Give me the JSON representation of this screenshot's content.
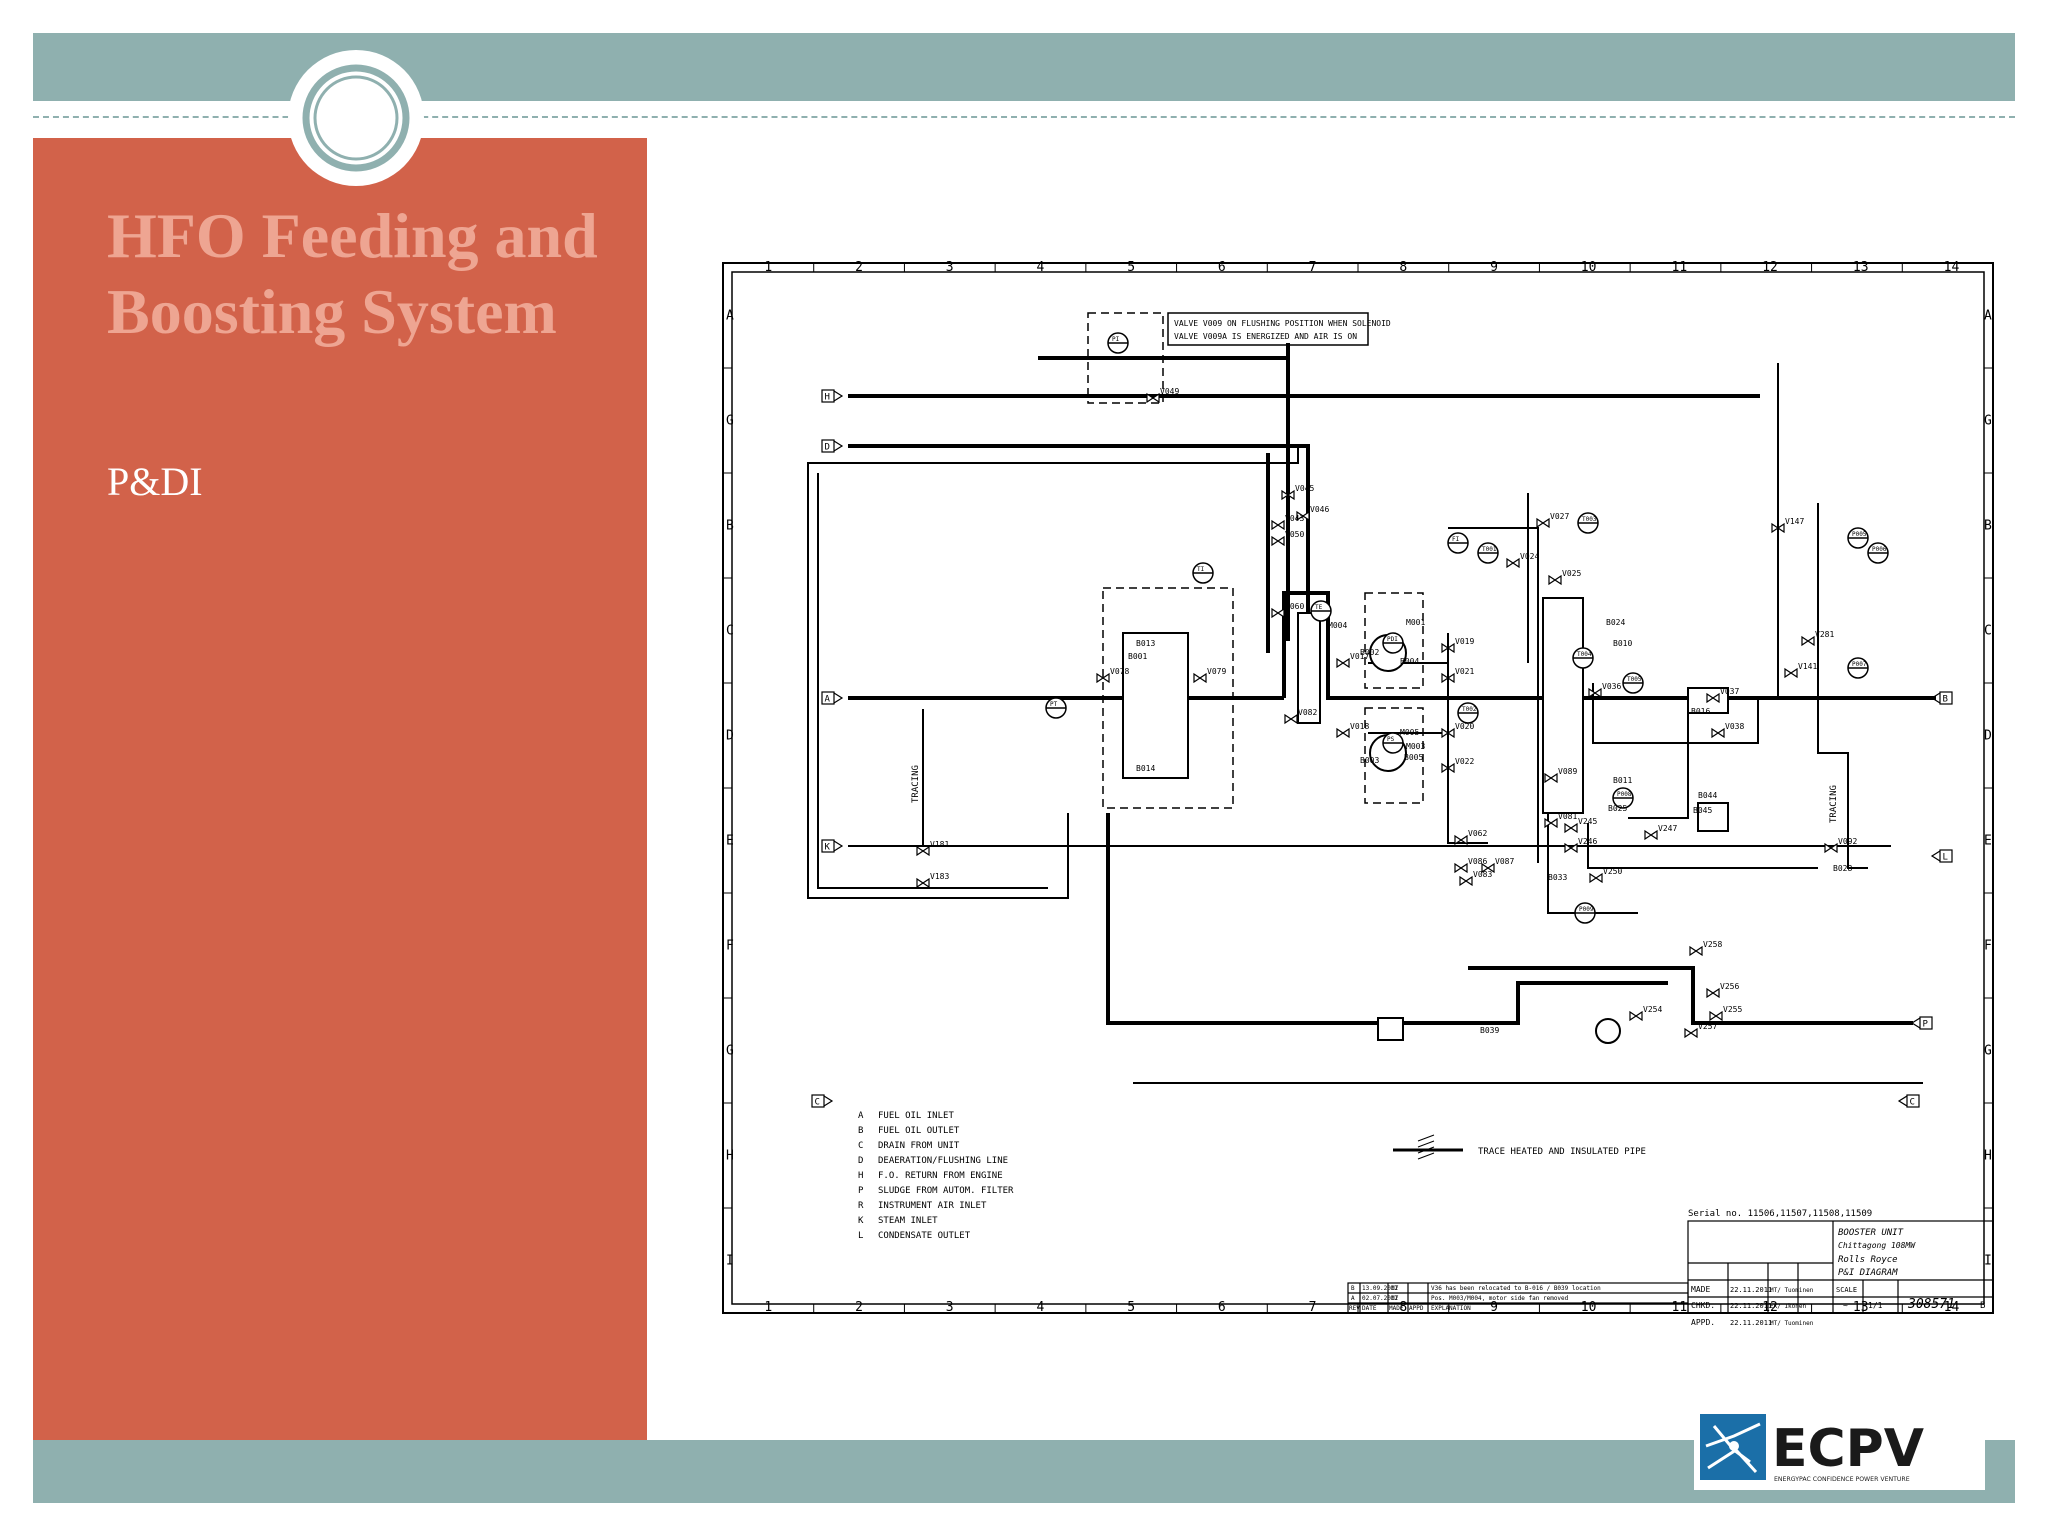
{
  "slide": {
    "title": "HFO Feeding and Boosting System",
    "subtitle": "P&DI"
  },
  "diagram": {
    "grid_numbers": [
      "1",
      "2",
      "3",
      "4",
      "5",
      "6",
      "7",
      "8",
      "9",
      "10",
      "11",
      "12",
      "13",
      "14"
    ],
    "grid_letters_left": [
      "A",
      "G",
      "B",
      "C",
      "D",
      "E",
      "F",
      "G",
      "H",
      "I"
    ],
    "note": "VALVE V009 ON FLUSHING POSITION WHEN SOLENOID VALVE V009A IS ENERGIZED AND AIR IS ON",
    "connectors": [
      "H",
      "D",
      "A",
      "K",
      "B",
      "L",
      "P",
      "C",
      "C"
    ],
    "valve_labels": [
      "V049",
      "V043",
      "V050",
      "V078",
      "V079",
      "V060",
      "V082",
      "V017",
      "V019",
      "V021",
      "V024",
      "V018",
      "V020",
      "V022",
      "V025",
      "V027",
      "V036",
      "V037",
      "V038",
      "V062",
      "V086",
      "V087",
      "V083",
      "V089",
      "V141",
      "V147",
      "V181",
      "V183",
      "V045",
      "V046",
      "V092",
      "V081",
      "V245",
      "V246",
      "V247",
      "V250",
      "V254",
      "V255",
      "V256",
      "V257",
      "V258",
      "V281"
    ],
    "component_labels": [
      "B001",
      "B002",
      "B003",
      "B004",
      "B005",
      "B010",
      "B011",
      "B013",
      "B014",
      "B016",
      "B024",
      "B025",
      "B028",
      "B033",
      "B039",
      "B044",
      "B045",
      "M001",
      "M003",
      "M004",
      "M005"
    ],
    "instrument_labels": [
      "PI",
      "TI",
      "PT",
      "TE",
      "PDI",
      "PS",
      "FI",
      "T001",
      "T002",
      "T003",
      "T004",
      "T005",
      "P005",
      "P006",
      "P007",
      "P008",
      "P009"
    ],
    "tracing_label": "TRACING",
    "legend": [
      {
        "key": "A",
        "text": "FUEL OIL INLET"
      },
      {
        "key": "B",
        "text": "FUEL OIL OUTLET"
      },
      {
        "key": "C",
        "text": "DRAIN FROM UNIT"
      },
      {
        "key": "D",
        "text": "DEAERATION/FLUSHING LINE"
      },
      {
        "key": "H",
        "text": "F.O. RETURN FROM ENGINE"
      },
      {
        "key": "P",
        "text": "SLUDGE FROM AUTOM. FILTER"
      },
      {
        "key": "R",
        "text": "INSTRUMENT AIR INLET"
      },
      {
        "key": "K",
        "text": "STEAM INLET"
      },
      {
        "key": "L",
        "text": "CONDENSATE OUTLET"
      }
    ],
    "trace_legend": "TRACE HEATED AND INSULATED PIPE",
    "serial": "Serial no. 11506,11507,11508,11509",
    "title_block": {
      "unit": "BOOSTER UNIT",
      "project": "Chittagong 108MW",
      "client": "Rolls Royce",
      "drawing": "P&I DIAGRAM",
      "made_label": "MADE",
      "made_date": "22.11.2011",
      "made_by": "MT/ Tuominen",
      "chkd_label": "CHKD.",
      "chkd_date": "22.11.2011",
      "chkd_by": "EK/ Ikonen",
      "appd_label": "APPD.",
      "appd_date": "22.11.2011",
      "appd_by": "MT/ Tuominen",
      "scale_label": "SCALE",
      "scale": "~",
      "page": "1/1",
      "drawing_no": "308571",
      "revision": "B"
    },
    "revisions": [
      {
        "rev": "B",
        "date": "13.09.2012",
        "by": "MT",
        "text": "V36 has been relocated to B-016 / B039 location"
      },
      {
        "rev": "A",
        "date": "02.07.2012",
        "by": "MT",
        "text": "Pos. M003/M004, motor side fan removed"
      }
    ],
    "revision_header": [
      "REV",
      "DATE",
      "MADE",
      "APPD",
      "EXPLANATION"
    ]
  },
  "logo": {
    "text": "ECPV",
    "tagline": "ENERGYPAC CONFIDENCE POWER VENTURE"
  },
  "colors": {
    "teal_bar": "#8fb0af",
    "left_panel": "#d2624a",
    "title_text": "#eea592",
    "subtitle_text": "#ffffff",
    "logo_blue": "#1b6fa8"
  }
}
